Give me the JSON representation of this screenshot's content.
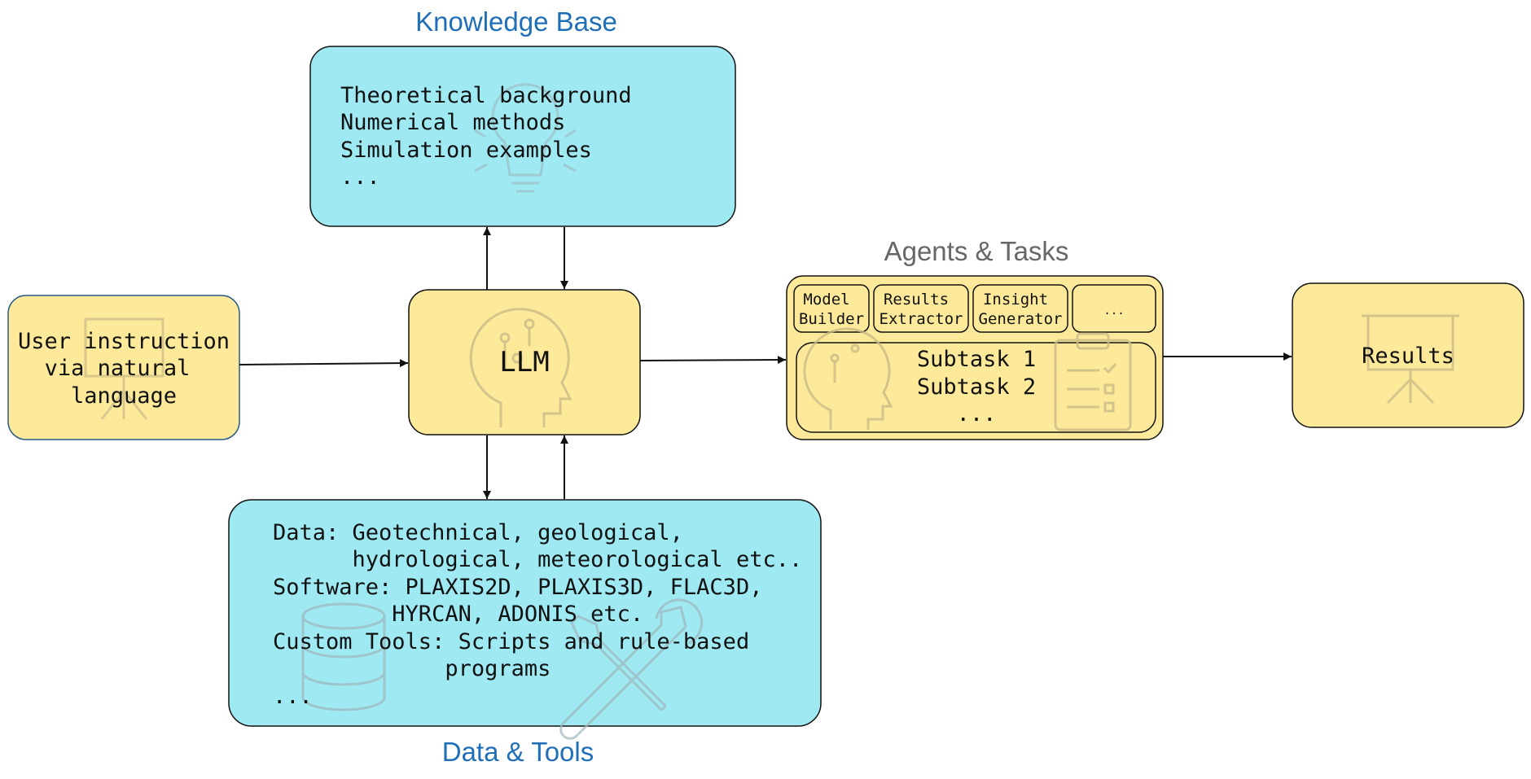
{
  "colors": {
    "cyan_box": "#9ee9f2",
    "yellow_box": "#fde99a",
    "title_blue": "#1f6fb8",
    "title_gray": "#666666",
    "stroke": "#111111",
    "ghost_icon": "#b7b7b7"
  },
  "knowledge_base": {
    "title": "Knowledge Base",
    "lines": [
      "Theoretical background",
      "Numerical methods",
      "Simulation examples",
      "..."
    ],
    "icon": "lightbulb-icon"
  },
  "user_instruction": {
    "lines": [
      "User instruction",
      "via natural",
      "language"
    ],
    "icon": "presentation-board-icon"
  },
  "llm": {
    "label": "LLM",
    "icon": "ai-head-icon"
  },
  "agents_tasks": {
    "title": "Agents & Tasks",
    "agents": [
      {
        "lines": [
          "Model",
          "Builder"
        ]
      },
      {
        "lines": [
          "Results",
          "Extractor"
        ]
      },
      {
        "lines": [
          "Insight",
          "Generator"
        ]
      },
      {
        "lines": [
          "..."
        ]
      }
    ],
    "subtasks": [
      "Subtask 1",
      "Subtask 2",
      "..."
    ],
    "icons": [
      "ai-head-icon",
      "clipboard-checklist-icon"
    ]
  },
  "results": {
    "label": "Results",
    "icon": "presentation-board-icon"
  },
  "data_tools": {
    "title": "Data & Tools",
    "lines": [
      "Data: Geotechnical, geological,",
      "      hydrological, meteorological etc..",
      "Software: PLAXIS2D, PLAXIS3D, FLAC3D,",
      "         HYRCAN, ADONIS etc.",
      "Custom Tools: Scripts and rule-based",
      "             programs",
      "..."
    ],
    "icons": [
      "database-icon",
      "wrench-screwdriver-icon"
    ]
  }
}
